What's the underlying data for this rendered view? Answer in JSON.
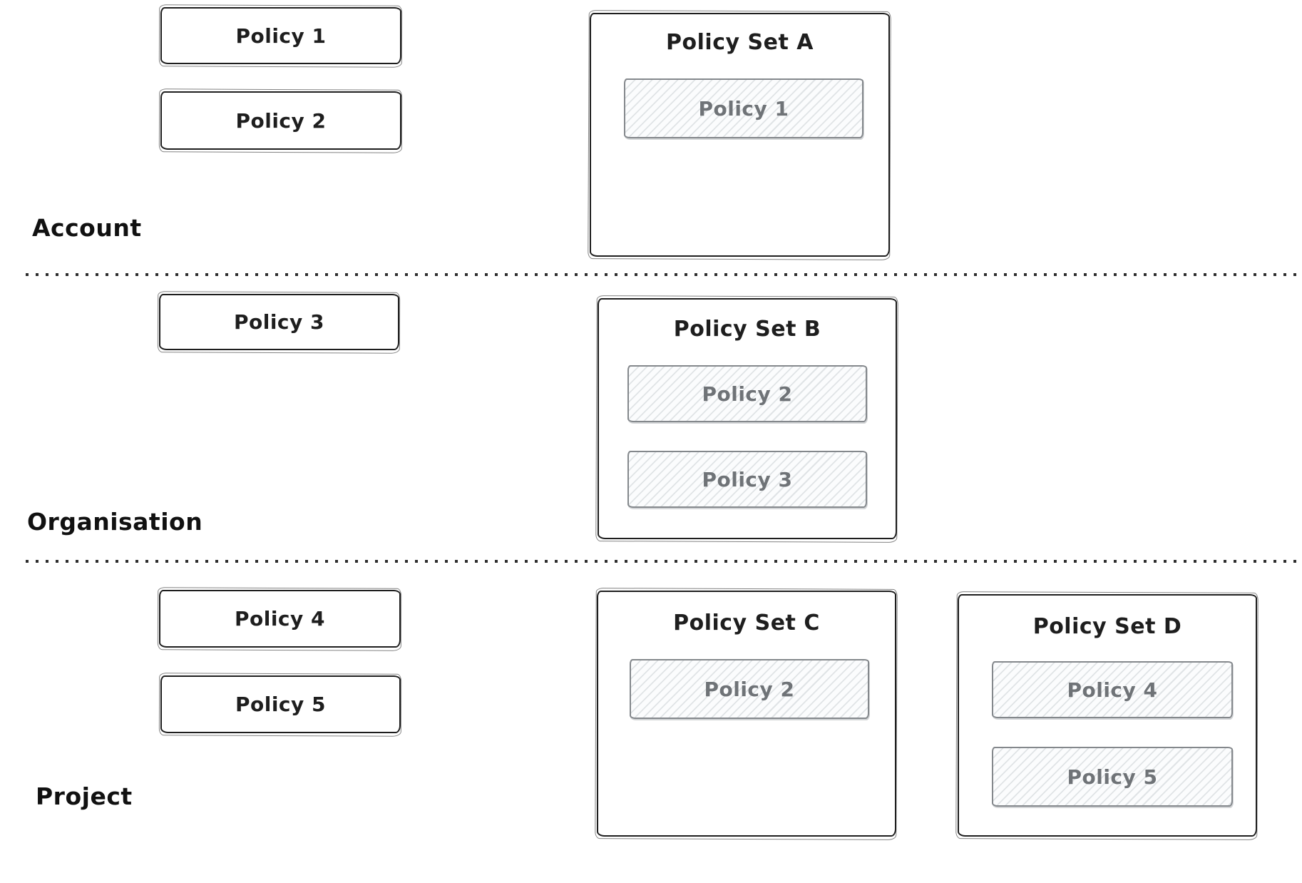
{
  "diagram": {
    "description": "Hand-drawn policy hierarchy diagram with three tiers and policy sets",
    "tiers": [
      {
        "label": "Account",
        "policies": [
          {
            "label": "Policy 1"
          },
          {
            "label": "Policy 2"
          }
        ],
        "sets": [
          {
            "title": "Policy Set A",
            "members": [
              {
                "label": "Policy 1"
              }
            ]
          }
        ]
      },
      {
        "label": "Organisation",
        "policies": [
          {
            "label": "Policy 3"
          }
        ],
        "sets": [
          {
            "title": "Policy Set B",
            "members": [
              {
                "label": "Policy 2"
              },
              {
                "label": "Policy 3"
              }
            ]
          }
        ]
      },
      {
        "label": "Project",
        "policies": [
          {
            "label": "Policy 4"
          },
          {
            "label": "Policy 5"
          }
        ],
        "sets": [
          {
            "title": "Policy Set C",
            "members": [
              {
                "label": "Policy 2"
              }
            ]
          },
          {
            "title": "Policy Set D",
            "members": [
              {
                "label": "Policy 4"
              },
              {
                "label": "Policy 5"
              }
            ]
          }
        ]
      }
    ],
    "colors": {
      "background": "#ffffff",
      "stroke": "#1e1e1e",
      "member_border": "#84888c",
      "member_text": "#6f7377",
      "hatch_line": "#c7ccd1",
      "divider_dot": "#2e2e2e"
    }
  }
}
